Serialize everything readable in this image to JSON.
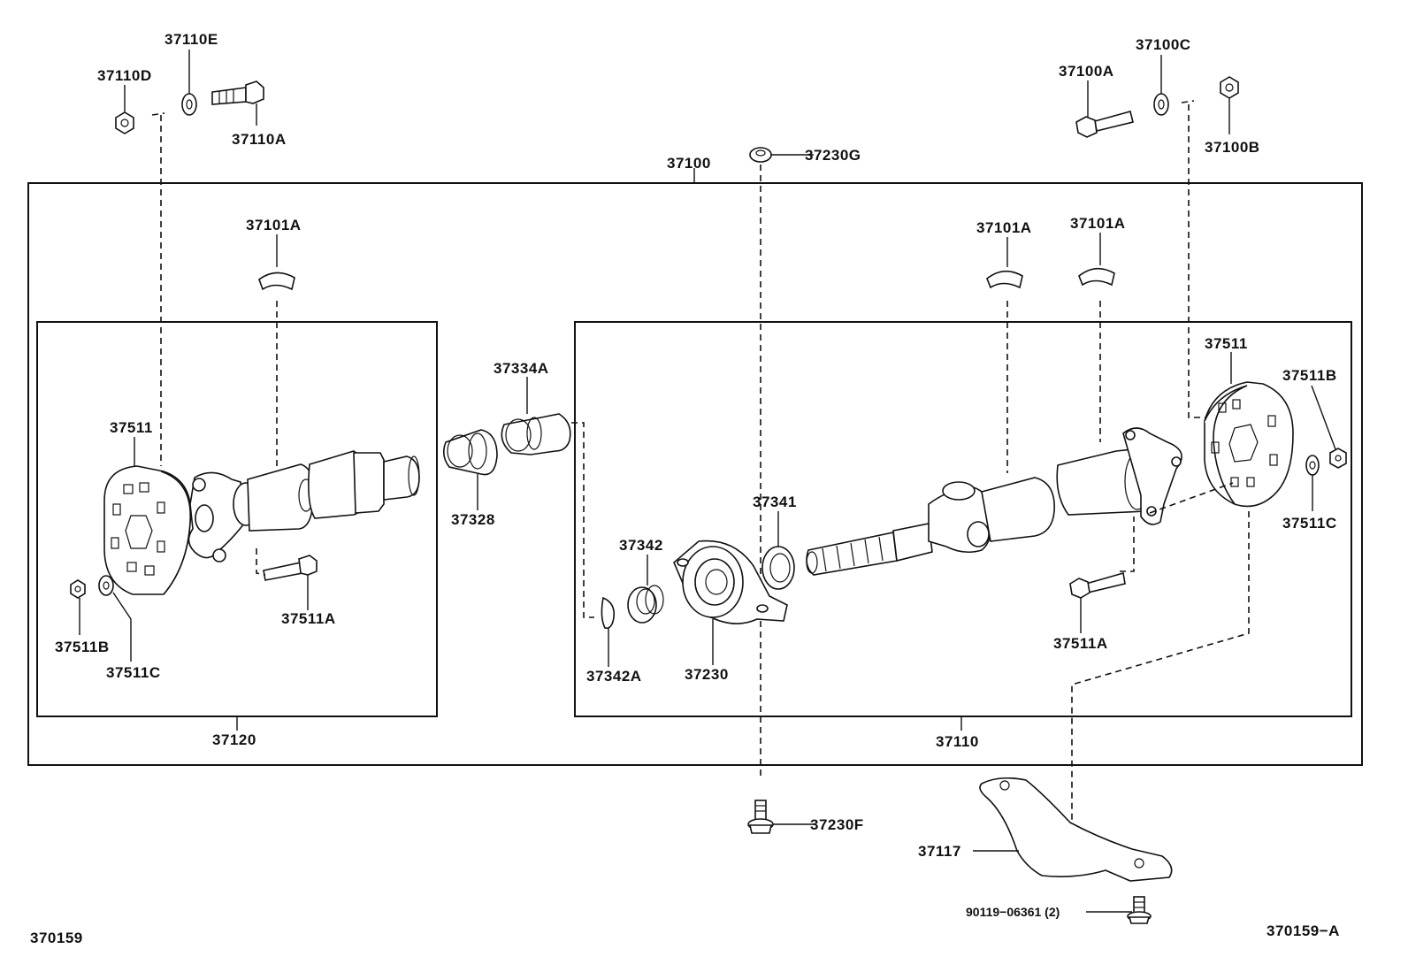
{
  "diagram": {
    "labels": {
      "p37110E": "37110E",
      "p37110D": "37110D",
      "p37110A": "37110A",
      "p37100A": "37100A",
      "p37100C": "37100C",
      "p37100B": "37100B",
      "p37230G": "37230G",
      "p37100": "37100",
      "p37101A_left": "37101A",
      "p37101A_mid": "37101A",
      "p37101A_right": "37101A",
      "p37511_left": "37511",
      "p37511_right": "37511",
      "p37511B_left": "37511B",
      "p37511B_right": "37511B",
      "p37511C_left": "37511C",
      "p37511C_right": "37511C",
      "p37511A_left": "37511A",
      "p37511A_right": "37511A",
      "p37334A": "37334A",
      "p37328": "37328",
      "p37341": "37341",
      "p37342": "37342",
      "p37342A": "37342A",
      "p37230": "37230",
      "p37120": "37120",
      "p37110": "37110",
      "p37230F": "37230F",
      "p37117": "37117",
      "p90119": "90119−06361 (2)",
      "fig_left": "370159",
      "fig_right": "370159−A"
    }
  }
}
